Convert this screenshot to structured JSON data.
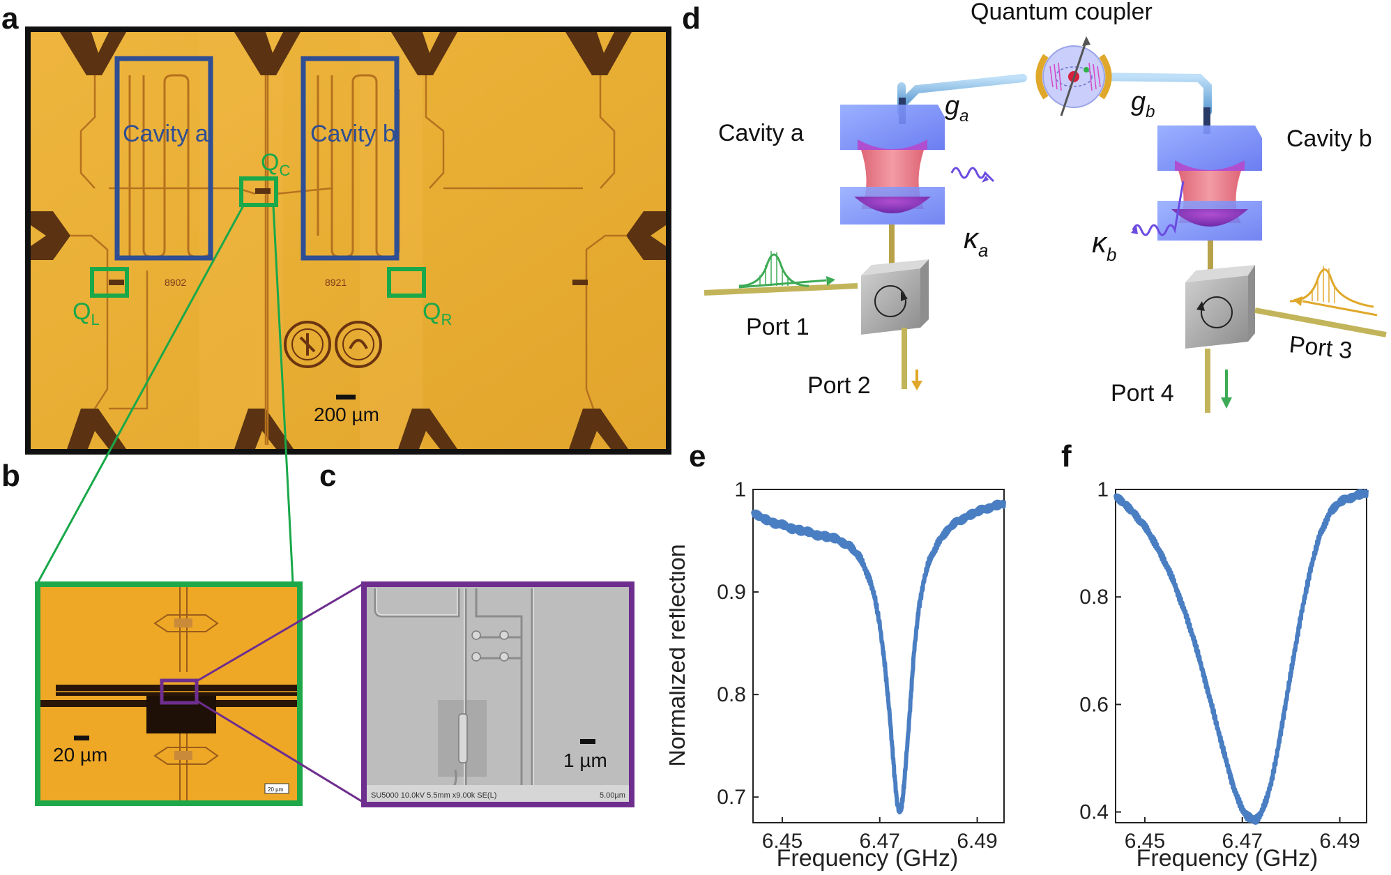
{
  "figure": {
    "panel_letters": [
      "a",
      "b",
      "c",
      "d",
      "e",
      "f"
    ]
  },
  "panel_a": {
    "labels": {
      "cavity_a": "Cavity a",
      "cavity_b": "Cavity b",
      "qc_main": "Q",
      "qc_sub": "C",
      "ql_main": "Q",
      "ql_sub": "L",
      "qr_main": "Q",
      "qr_sub": "R",
      "chip_id_left": "8902",
      "chip_id_right": "8921",
      "scale": "200 µm"
    },
    "colors": {
      "chip": "#E8AE34",
      "box_blue": "#2F4E93",
      "box_green": "#19A84A",
      "trace": "#B5711E",
      "frame": "#111111"
    }
  },
  "panel_b": {
    "scale": "20 µm",
    "inset_scale": "20 µm",
    "colors": {
      "background": "#EEA826",
      "border": "#1FA84A",
      "box": "#6E2E8E"
    }
  },
  "panel_c": {
    "scale": "1 µm",
    "footer_left": "SU5000 10.0kV 5.5mm x9.00k SE(L)",
    "footer_right": "5.00µm",
    "colors": {
      "border": "#6E2E8E",
      "sem_bg": "#B9B9B9"
    }
  },
  "panel_d": {
    "title": "Quantum coupler",
    "cavity_a": "Cavity a",
    "cavity_b": "Cavity b",
    "g_a_main": "g",
    "g_a_sub": "a",
    "g_b_main": "g",
    "g_b_sub": "b",
    "kappa_a_main": "κ",
    "kappa_a_sub": "a",
    "kappa_b_main": "κ",
    "kappa_b_sub": "b",
    "port1": "Port 1",
    "port2": "Port 2",
    "port3": "Port 3",
    "port4": "Port 4",
    "colors": {
      "cavity_blue": "#6F86F5",
      "cavity_red": "#E8546C",
      "pipe": "#7DB7E8",
      "circulator": "#A9A9A9",
      "green": "#3DAA55",
      "gold": "#E0A82A",
      "wave_purple": "#6B4BE0"
    }
  },
  "chart_data": [
    {
      "type": "line",
      "panel": "e",
      "xlabel": "Frequency (GHz)",
      "ylabel": "Normalized reflection",
      "xlim": [
        6.444,
        6.4955
      ],
      "ylim": [
        0.675,
        1.0
      ],
      "xticks": [
        "6.45",
        "6.47",
        "6.49"
      ],
      "yticks": [
        "0.7",
        "0.8",
        "0.9",
        "1"
      ],
      "color": "#4A7EC2",
      "series": [
        {
          "x": [
            6.444,
            6.446,
            6.448,
            6.45,
            6.452,
            6.454,
            6.456,
            6.458,
            6.46,
            6.462,
            6.464,
            6.466,
            6.468,
            6.469,
            6.47,
            6.471,
            6.472,
            6.473,
            6.4735,
            6.474,
            6.4745,
            6.475,
            6.476,
            6.477,
            6.478,
            6.479,
            6.48,
            6.482,
            6.484,
            6.486,
            6.488,
            6.49,
            6.492,
            6.4955
          ],
          "y": [
            0.976,
            0.972,
            0.968,
            0.965,
            0.962,
            0.96,
            0.957,
            0.955,
            0.953,
            0.95,
            0.944,
            0.933,
            0.912,
            0.894,
            0.868,
            0.831,
            0.782,
            0.723,
            0.697,
            0.685,
            0.69,
            0.712,
            0.772,
            0.84,
            0.884,
            0.91,
            0.928,
            0.949,
            0.961,
            0.969,
            0.974,
            0.978,
            0.982,
            0.986
          ]
        }
      ]
    },
    {
      "type": "line",
      "panel": "f",
      "xlabel": "Frequency (GHz)",
      "ylabel": "",
      "xlim": [
        6.444,
        6.4955
      ],
      "ylim": [
        0.38,
        1.0
      ],
      "xticks": [
        "6.45",
        "6.47",
        "6.49"
      ],
      "yticks": [
        "0.4",
        "0.6",
        "0.8",
        "1"
      ],
      "color": "#4A7EC2",
      "series": [
        {
          "x": [
            6.444,
            6.446,
            6.448,
            6.45,
            6.452,
            6.454,
            6.456,
            6.458,
            6.46,
            6.462,
            6.464,
            6.466,
            6.468,
            6.469,
            6.47,
            6.471,
            6.472,
            6.4725,
            6.473,
            6.474,
            6.475,
            6.476,
            6.477,
            6.478,
            6.48,
            6.482,
            6.484,
            6.486,
            6.488,
            6.49,
            6.492,
            6.494,
            6.4955
          ],
          "y": [
            0.985,
            0.972,
            0.954,
            0.93,
            0.902,
            0.867,
            0.826,
            0.778,
            0.722,
            0.658,
            0.588,
            0.518,
            0.453,
            0.425,
            0.404,
            0.392,
            0.387,
            0.386,
            0.388,
            0.4,
            0.423,
            0.458,
            0.502,
            0.554,
            0.66,
            0.764,
            0.852,
            0.918,
            0.958,
            0.976,
            0.985,
            0.99,
            0.993
          ]
        }
      ]
    }
  ]
}
